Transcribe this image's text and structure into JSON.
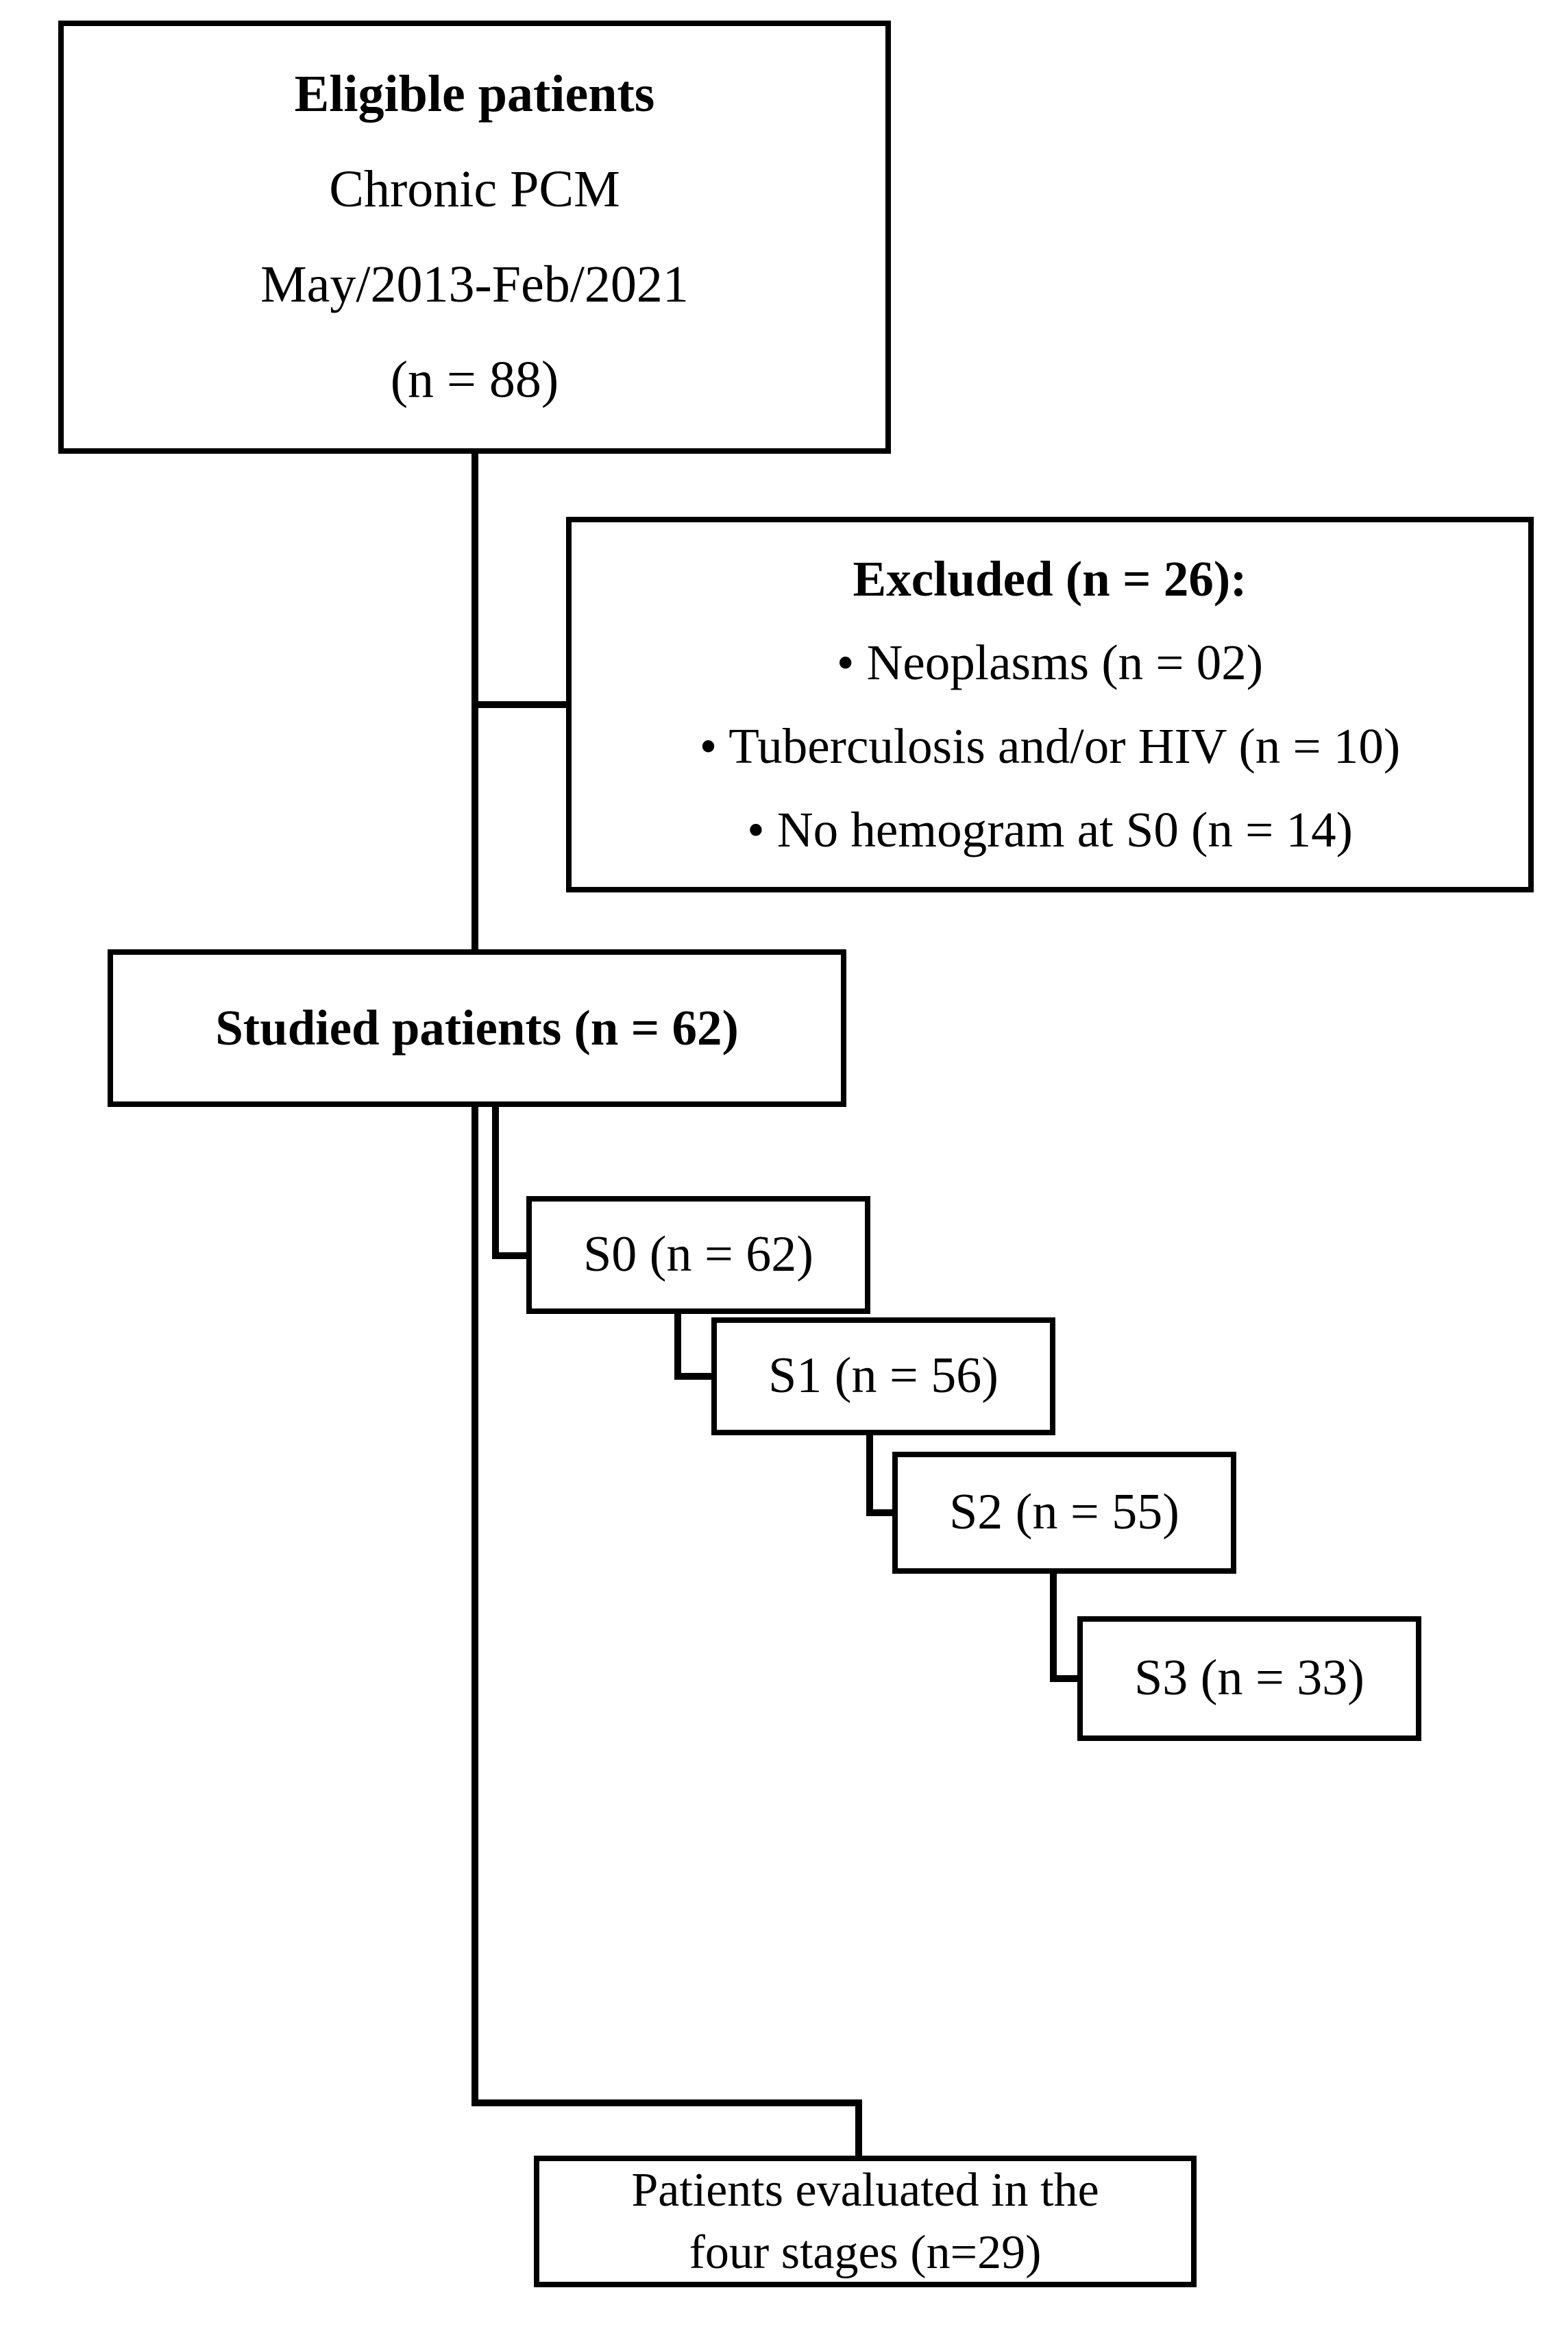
{
  "diagram": {
    "eligible": {
      "lines": [
        "Eligible patients",
        "Chronic PCM",
        "May/2013-Feb/2021",
        "(n = 88)"
      ]
    },
    "excluded": {
      "title": "Excluded (n = 26):",
      "items": [
        "• Neoplasms (n = 02)",
        "• Tuberculosis and/or HIV (n = 10)",
        "• No hemogram at S0 (n = 14)"
      ]
    },
    "studied": {
      "label": "Studied patients (n = 62)"
    },
    "stages": [
      {
        "label": "S0 (n = 62)"
      },
      {
        "label": "S1 (n = 56)"
      },
      {
        "label": "S2 (n = 55)"
      },
      {
        "label": "S3 (n = 33)"
      }
    ],
    "evaluated": {
      "lines": [
        "Patients evaluated in the",
        "four stages (n=29)"
      ]
    },
    "colors": {
      "line": "#000000",
      "text": "#000000",
      "background": "#ffffff"
    }
  }
}
